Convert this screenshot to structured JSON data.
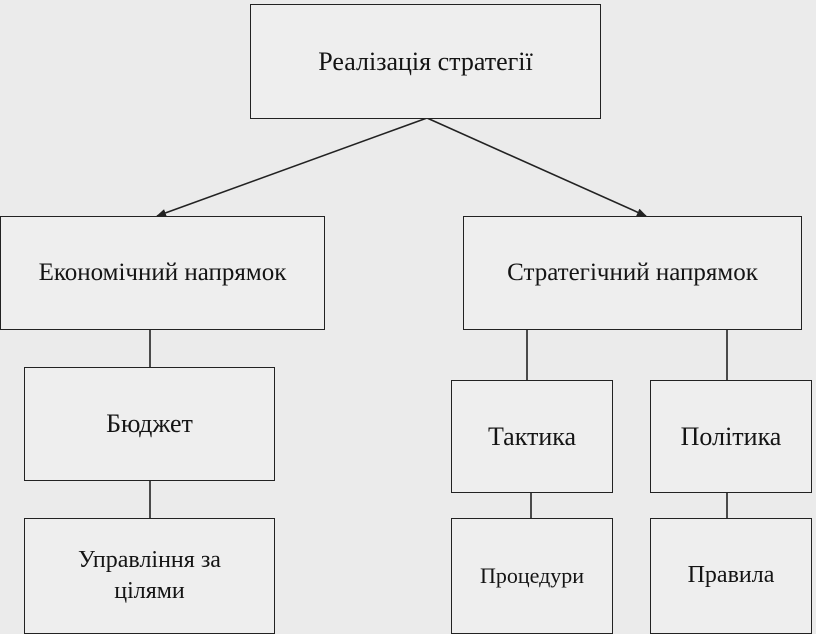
{
  "diagram": {
    "root": "Реалізація стратегії",
    "economic": {
      "label": "Економічний напрямок",
      "budget": "Бюджет",
      "mbo": "Управління за цілями"
    },
    "strategic": {
      "label": "Стратегічний напрямок",
      "tactics": "Тактика",
      "procedures": "Процедури",
      "policy": "Політика",
      "rules": "Правила"
    }
  }
}
